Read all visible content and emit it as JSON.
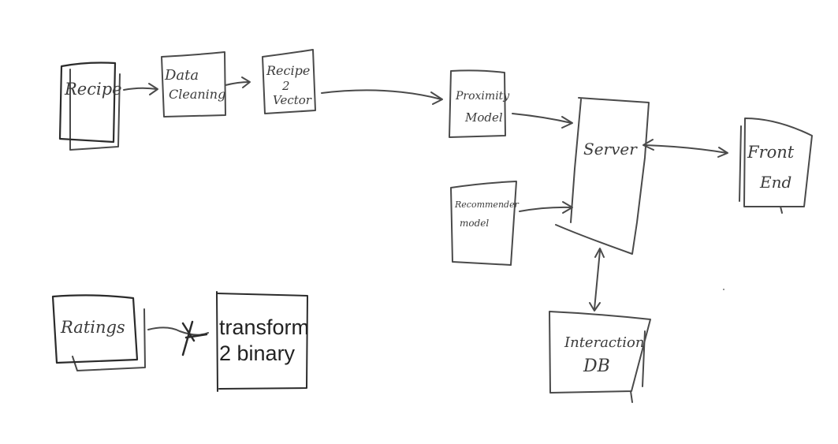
{
  "nodes": {
    "recipe": "Recipe",
    "data_cleaning": [
      "Data",
      "Cleaning"
    ],
    "recipe2vector": [
      "Recipe",
      "2",
      "Vector"
    ],
    "proximity_model": [
      "Proximity",
      "Model"
    ],
    "recommender_model": [
      "Recommender",
      "model"
    ],
    "server": "Server",
    "front_end": [
      "Front",
      "End"
    ],
    "interaction_db": [
      "Interaction",
      "DB"
    ],
    "ratings": "Ratings",
    "transform_binary": [
      "transform",
      "2 binary"
    ]
  },
  "colors": {
    "ink": "#4a4a4a",
    "typed_text": "#222222",
    "background": "#ffffff"
  }
}
